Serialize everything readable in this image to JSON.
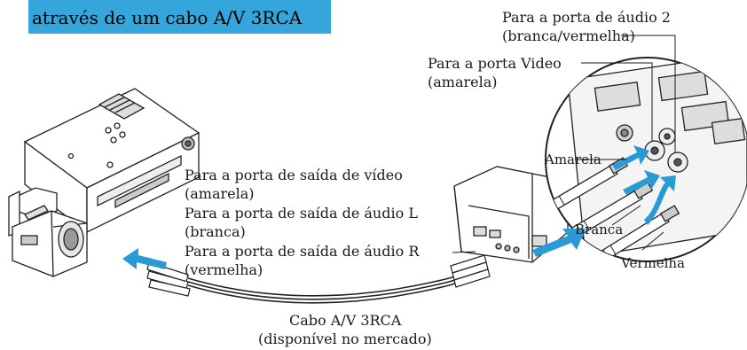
{
  "header": {
    "title": "através de um cabo A/V 3RCA",
    "background_color": "#35a6dc"
  },
  "labels": {
    "audio2_line1": "Para a porta de áudio 2",
    "audio2_line2": "(branca/vermelha)",
    "video_line1": "Para a porta Video",
    "video_line2": "(amarela)",
    "out_video_line1": "Para a porta de saída de vídeo",
    "out_video_line2": "(amarela)",
    "out_audio_l_line1": "Para a porta de saída de áudio L",
    "out_audio_l_line2": "(branca)",
    "out_audio_r_line1": "Para a porta de saída de áudio R",
    "out_audio_r_line2": "(vermelha)",
    "plug_yellow": "Amarela",
    "plug_white": "Branca",
    "plug_red": "Vermelha",
    "cable_line1": "Cabo A/V 3RCA",
    "cable_line2": "(disponível no mercado)"
  },
  "icons": {
    "vcr": "vcr-icon",
    "camcorder": "camcorder-icon",
    "projector": "projector-icon",
    "zoom_panel": "connector-panel-zoom",
    "arrow": "arrow-icon"
  },
  "colors": {
    "arrow": "#2a9ad6",
    "line": "#1a1a1a"
  }
}
